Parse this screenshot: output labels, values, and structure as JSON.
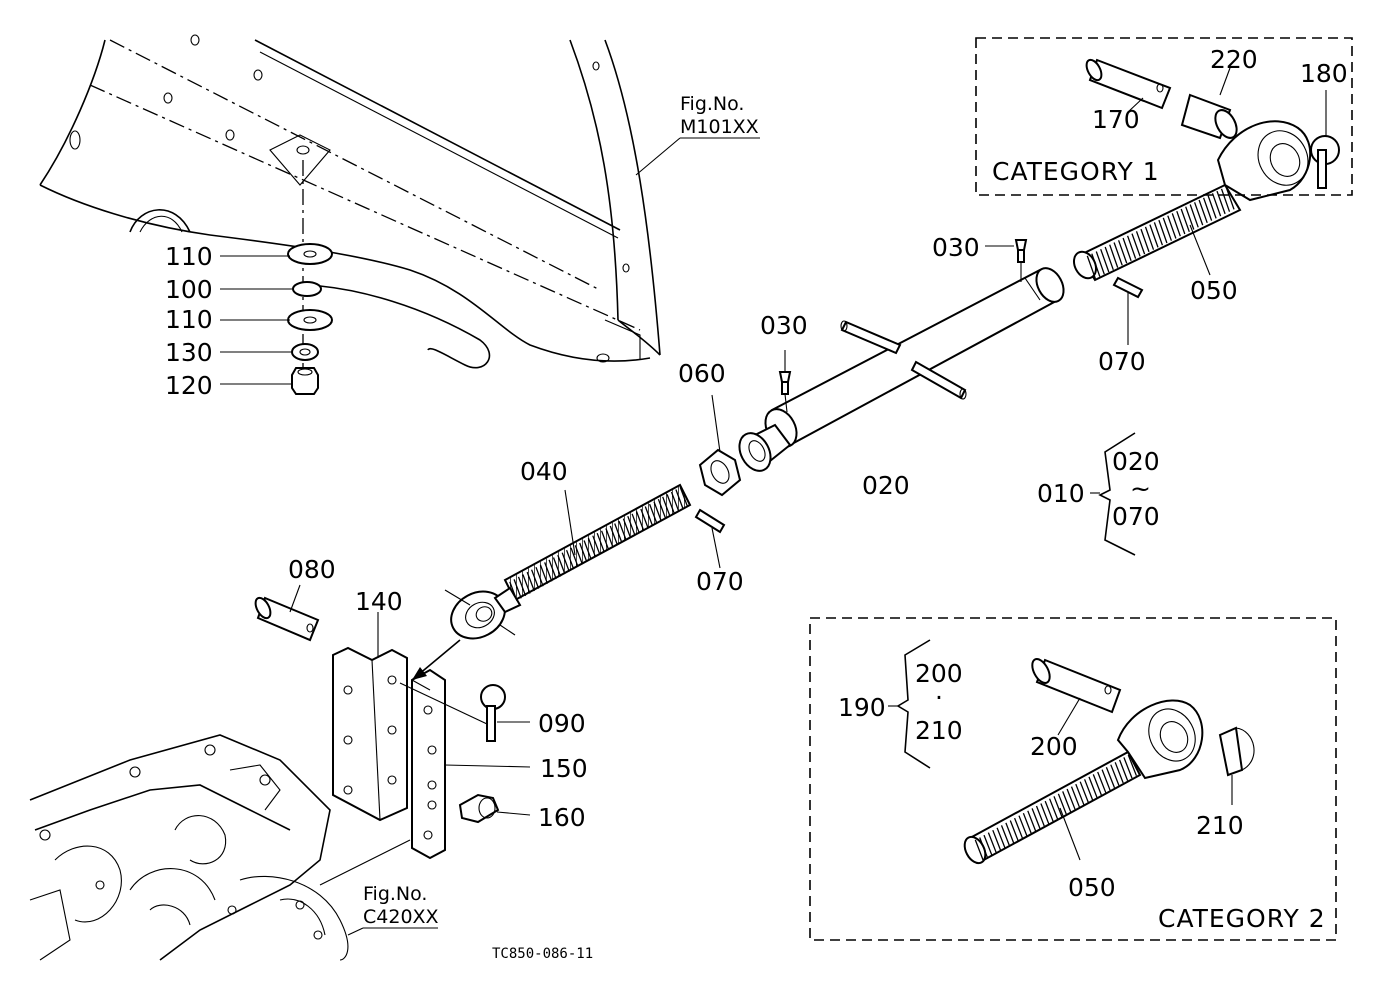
{
  "labels": {
    "p010": "010",
    "p020": "020",
    "p020b": "020",
    "tilde": "~",
    "p070b": "070",
    "p030a": "030",
    "p030b": "030",
    "p040": "040",
    "p050a": "050",
    "p050b": "050",
    "p060": "060",
    "p070a": "070",
    "p070c": "070",
    "p080": "080",
    "p090": "090",
    "p100": "100",
    "p110a": "110",
    "p110b": "110",
    "p120": "120",
    "p130": "130",
    "p140": "140",
    "p150": "150",
    "p160": "160",
    "p170": "170",
    "p180": "180",
    "p190": "190",
    "p200a": "200",
    "dot": "·",
    "p210a": "210",
    "p200b": "200",
    "p210b": "210",
    "p220": "220"
  },
  "references": {
    "fig1_title": "Fig.No.",
    "fig1_code": "M101XX",
    "fig2_title": "Fig.No.",
    "fig2_code": "C420XX"
  },
  "boxes": {
    "category1": "CATEGORY  1",
    "category2": "CATEGORY  2"
  },
  "drawing_code": "TC850-086-11"
}
